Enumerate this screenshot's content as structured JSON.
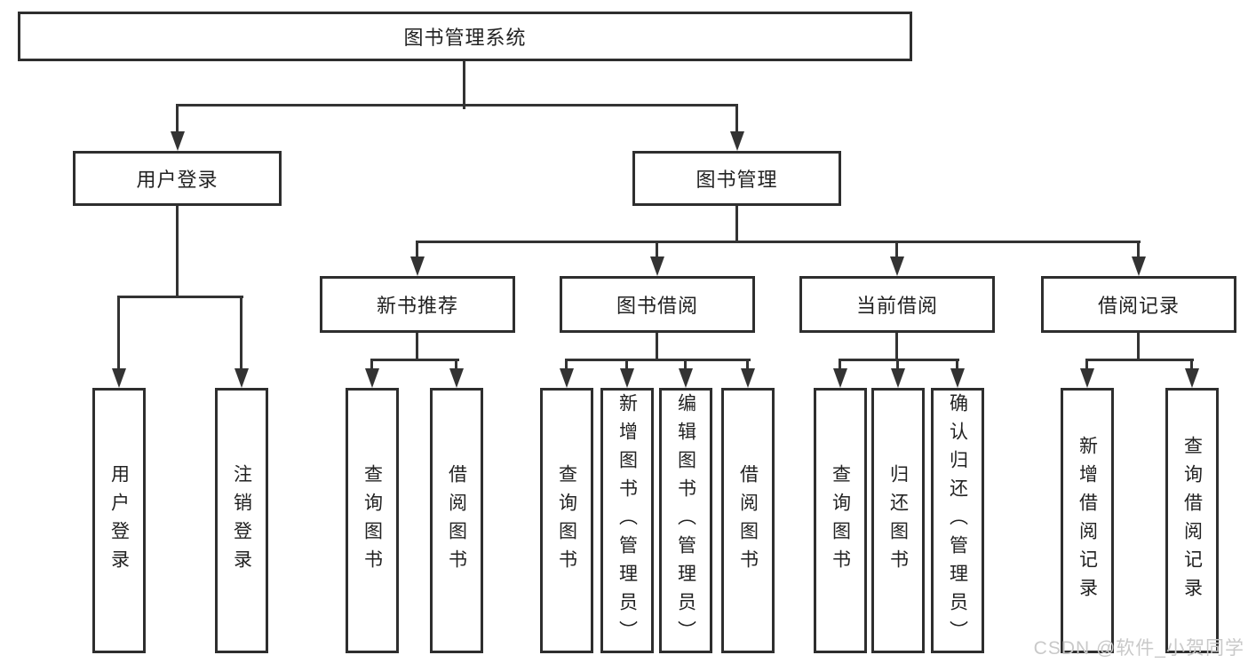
{
  "colors": {
    "line": "#333333",
    "box_border": "#2e2e2e",
    "box_background": "#ffffff",
    "text": "#222222",
    "watermark_text": "#c9c9c9",
    "page_background": "#ffffff"
  },
  "watermark": "CSDN @软件_小贺同学",
  "tree": {
    "root": "图书管理系统",
    "user_login": {
      "label": "用户登录",
      "children": [
        "用户登录",
        "注销登录"
      ]
    },
    "book_mgmt": {
      "label": "图书管理",
      "sections": {
        "new_book": {
          "label": "新书推荐",
          "children": [
            "查询图书",
            "借阅图书"
          ]
        },
        "borrow": {
          "label": "图书借阅",
          "children": [
            "查询图书",
            "新增图书（管理员）",
            "编辑图书（管理员）",
            "借阅图书"
          ]
        },
        "current": {
          "label": "当前借阅",
          "children": [
            "查询图书",
            "归还图书",
            "确认归还（管理员）"
          ]
        },
        "records": {
          "label": "借阅记录",
          "children": [
            "新增借阅记录",
            "查询借阅记录"
          ]
        }
      }
    }
  }
}
